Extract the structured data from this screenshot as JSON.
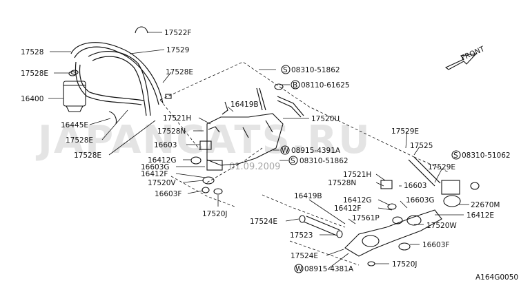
{
  "diagram": {
    "front_label": "FRONT",
    "figure_code": "A164G0050",
    "watermark": "JAPANCATS.RU",
    "watermark_date": "01.09.2009",
    "labels": [
      {
        "id": "l0",
        "text": "17522F"
      },
      {
        "id": "l1",
        "text": "17528"
      },
      {
        "id": "l2",
        "text": "17529"
      },
      {
        "id": "l3",
        "text": "17528E"
      },
      {
        "id": "l4",
        "text": "17528E"
      },
      {
        "id": "l5",
        "text": "16400"
      },
      {
        "id": "l6",
        "text": "08310-51862"
      },
      {
        "id": "l7",
        "text": "08110-61625"
      },
      {
        "id": "l8",
        "text": "16419B"
      },
      {
        "id": "l9",
        "text": "17521H"
      },
      {
        "id": "l10",
        "text": "16445E"
      },
      {
        "id": "l11",
        "text": "17528N"
      },
      {
        "id": "l12",
        "text": "17520U"
      },
      {
        "id": "l13",
        "text": "17528E"
      },
      {
        "id": "l14",
        "text": "16603"
      },
      {
        "id": "l15",
        "text": "17528E"
      },
      {
        "id": "l16",
        "text": "08915-4391A"
      },
      {
        "id": "l17",
        "text": "16412G"
      },
      {
        "id": "l18",
        "text": "08310-51862"
      },
      {
        "id": "l19",
        "text": "16603G"
      },
      {
        "id": "l20",
        "text": "16412F"
      },
      {
        "id": "l21",
        "text": "17520V"
      },
      {
        "id": "l22",
        "text": "16603F"
      },
      {
        "id": "l23",
        "text": "17520J"
      },
      {
        "id": "l24",
        "text": "17529E"
      },
      {
        "id": "l25",
        "text": "17525"
      },
      {
        "id": "l26",
        "text": "08310-51062"
      },
      {
        "id": "l27",
        "text": "17529E"
      },
      {
        "id": "l28",
        "text": "17521H"
      },
      {
        "id": "l29",
        "text": "17528N"
      },
      {
        "id": "l30",
        "text": "16603"
      },
      {
        "id": "l31",
        "text": "16419B"
      },
      {
        "id": "l32",
        "text": "16412G"
      },
      {
        "id": "l33",
        "text": "16603G"
      },
      {
        "id": "l34",
        "text": "16412F"
      },
      {
        "id": "l35",
        "text": "22670M"
      },
      {
        "id": "l36",
        "text": "17561P"
      },
      {
        "id": "l37",
        "text": "16412E"
      },
      {
        "id": "l38",
        "text": "17524E"
      },
      {
        "id": "l39",
        "text": "17520W"
      },
      {
        "id": "l40",
        "text": "17523"
      },
      {
        "id": "l41",
        "text": "16603F"
      },
      {
        "id": "l42",
        "text": "17524E"
      },
      {
        "id": "l43",
        "text": "08915-4381A"
      },
      {
        "id": "l44",
        "text": "17520J"
      }
    ],
    "callout_symbols": {
      "s": "S",
      "b": "B",
      "w": "W"
    }
  }
}
